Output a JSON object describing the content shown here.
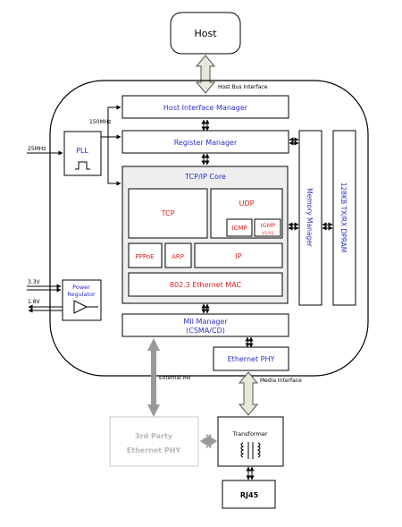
{
  "colors": {
    "blue_text": "#2a2fc8",
    "red_text": "#e02020",
    "gray_text": "#b8b8b8",
    "arrow_fill": "#e8e8d8",
    "core_fill": "#eeeeee",
    "gray_arrow": "#999999"
  },
  "labels": {
    "host": "Host",
    "host_bus_interface": "Host Bus Interface",
    "freq_150": "150MHz",
    "freq_25": "25MHz",
    "pll": "PLL",
    "host_interface_manager": "Host Interface Manager",
    "register_manager": "Register Manager",
    "tcpip_core": "TCP/IP Core",
    "tcp": "TCP",
    "udp": "UDP",
    "icmp": "ICMP",
    "igmp": "IGMP",
    "igmp_version": "V1/V2",
    "pppoe": "PPPoE",
    "arp": "ARP",
    "ip": "IP",
    "ethernet_mac": "802.3 Ethernet MAC",
    "memory_manager": "Memory Manager",
    "dpram": "128KB TX/RX DPRAM",
    "v33": "3.3V",
    "v18": "1.8V",
    "power_regulator_line1": "Power",
    "power_regulator_line2": "Regulator",
    "mii_manager_line1": "MII Manager",
    "mii_manager_line2": "(CSMA/CD)",
    "ethernet_phy": "Ethernet PHY",
    "external_mii": "External MII",
    "media_interface": "Media Interface",
    "third_party_line1": "3rd Party",
    "third_party_line2": "Ethernet PHY",
    "transformer": "Transformer",
    "rj45": "RJ45"
  }
}
